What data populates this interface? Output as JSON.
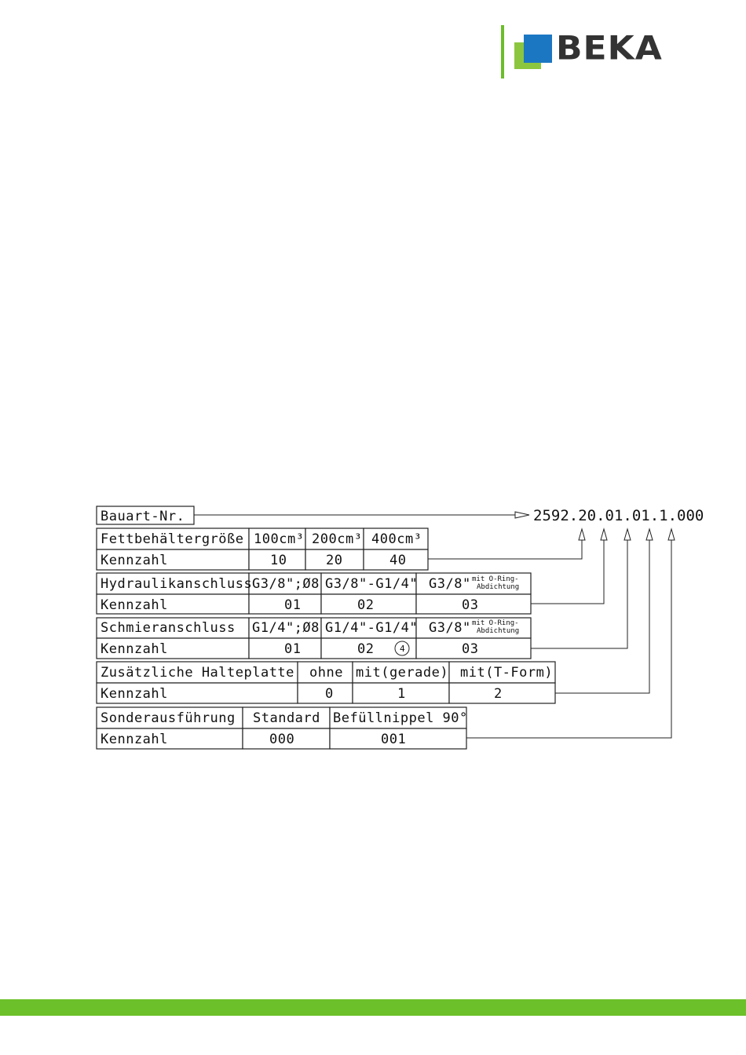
{
  "brand": {
    "name": "BEKA",
    "colors": {
      "green": "#6cbd2a",
      "light_green": "#8cc63f",
      "blue": "#1c77c3",
      "footer": "#6cc02a"
    }
  },
  "order_code": {
    "label": "Bauart-Nr.",
    "code": "2592.20.01.01.1.000"
  },
  "tables": {
    "fett": {
      "header": "Fettbehältergröße",
      "options": [
        "100cm³",
        "200cm³",
        "400cm³"
      ],
      "kennzahl_label": "Kennzahl",
      "codes": [
        "10",
        "20",
        "40"
      ]
    },
    "hydraulik": {
      "header": "Hydraulikanschluss",
      "options": [
        "G3/8\";Ø8",
        "G3/8\"-G1/4\"",
        "G3/8\""
      ],
      "option3_note": [
        "mit O-Ring-",
        "Abdichtung"
      ],
      "kennzahl_label": "Kennzahl",
      "codes": [
        "01",
        "02",
        "03"
      ]
    },
    "schmier": {
      "header": "Schmieranschluss",
      "options": [
        "G1/4\";Ø8",
        "G1/4\"-G1/4\"",
        "G3/8\""
      ],
      "option3_note": [
        "mit O-Ring-",
        "Abdichtung"
      ],
      "kennzahl_label": "Kennzahl",
      "codes": [
        "01",
        "02",
        "03"
      ],
      "note_marker": "4"
    },
    "halteplatte": {
      "header": "Zusätzliche Halteplatte",
      "options": [
        "ohne",
        "mit(gerade)",
        "mit(T-Form)"
      ],
      "kennzahl_label": "Kennzahl",
      "codes": [
        "0",
        "1",
        "2"
      ]
    },
    "sonder": {
      "header": "Sonderausführung",
      "options": [
        "Standard",
        "Befüllnippel 90°"
      ],
      "kennzahl_label": "Kennzahl",
      "codes": [
        "000",
        "001"
      ]
    }
  }
}
